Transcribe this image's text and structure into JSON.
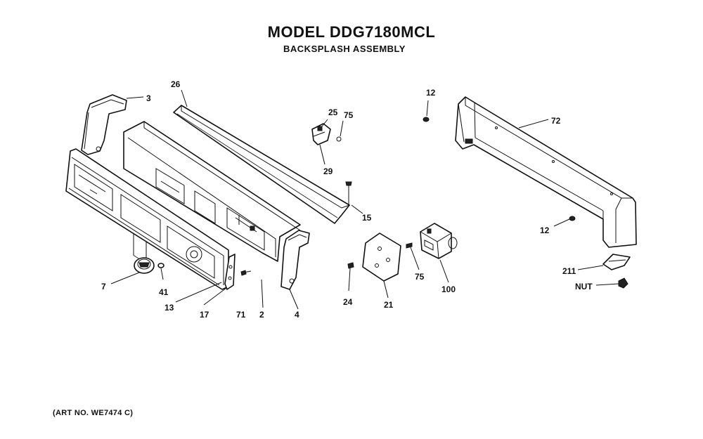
{
  "header": {
    "title": "MODEL DDG7180MCL",
    "subtitle": "BACKSPLASH ASSEMBLY"
  },
  "footer": {
    "art_number": "(ART NO. WE7474 C)"
  },
  "callouts": {
    "p3": "3",
    "p26": "26",
    "p25": "25",
    "p75a": "75",
    "p29": "29",
    "p12a": "12",
    "p72": "72",
    "p15": "15",
    "p12b": "12",
    "p7": "7",
    "p41": "41",
    "p13": "13",
    "p17": "17",
    "p71": "71",
    "p2": "2",
    "p4": "4",
    "p24": "24",
    "p21": "21",
    "p75b": "75",
    "p100": "100",
    "p211": "211",
    "pnut": "NUT"
  }
}
